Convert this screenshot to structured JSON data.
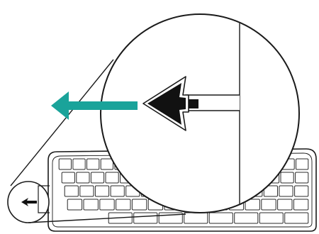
{
  "diagram": {
    "subject": "keyboard-receiver-removal",
    "colors": {
      "background": "#ffffff",
      "line": "#1a1a1a",
      "key_outline": "#2a2a2a",
      "arrow_accent": "#1aa39a",
      "receiver_fill": "#111111"
    },
    "icons": {
      "direction_arrow": "left-arrow-icon",
      "receiver": "usb-receiver-icon"
    },
    "keyboard_rows": [
      18,
      17,
      16,
      15,
      8
    ]
  }
}
